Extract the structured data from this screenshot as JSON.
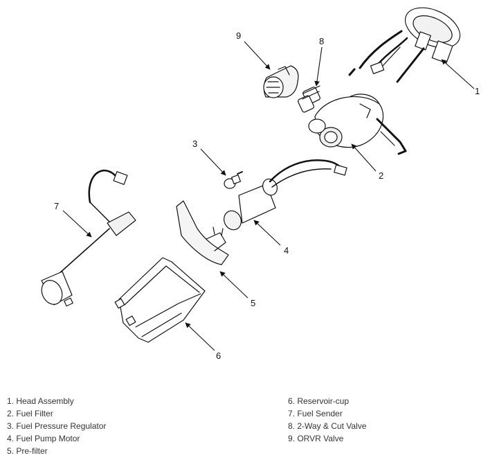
{
  "callouts": [
    {
      "num": "1"
    },
    {
      "num": "2"
    },
    {
      "num": "3"
    },
    {
      "num": "4"
    },
    {
      "num": "5"
    },
    {
      "num": "6"
    },
    {
      "num": "7"
    },
    {
      "num": "8"
    },
    {
      "num": "9"
    }
  ],
  "legend": [
    "1. Head Assembly",
    "2. Fuel Filter",
    "3. Fuel Pressure Regulator",
    "4. Fuel Pump Motor",
    "5. Pre-filter",
    "6. Reservoir-cup",
    "7. Fuel Sender",
    "8. 2-Way & Cut Valve",
    "9. ORVR Valve"
  ],
  "colors": {
    "line": "#111111",
    "fill": "#ffffff",
    "shade": "#e6e6e6"
  }
}
